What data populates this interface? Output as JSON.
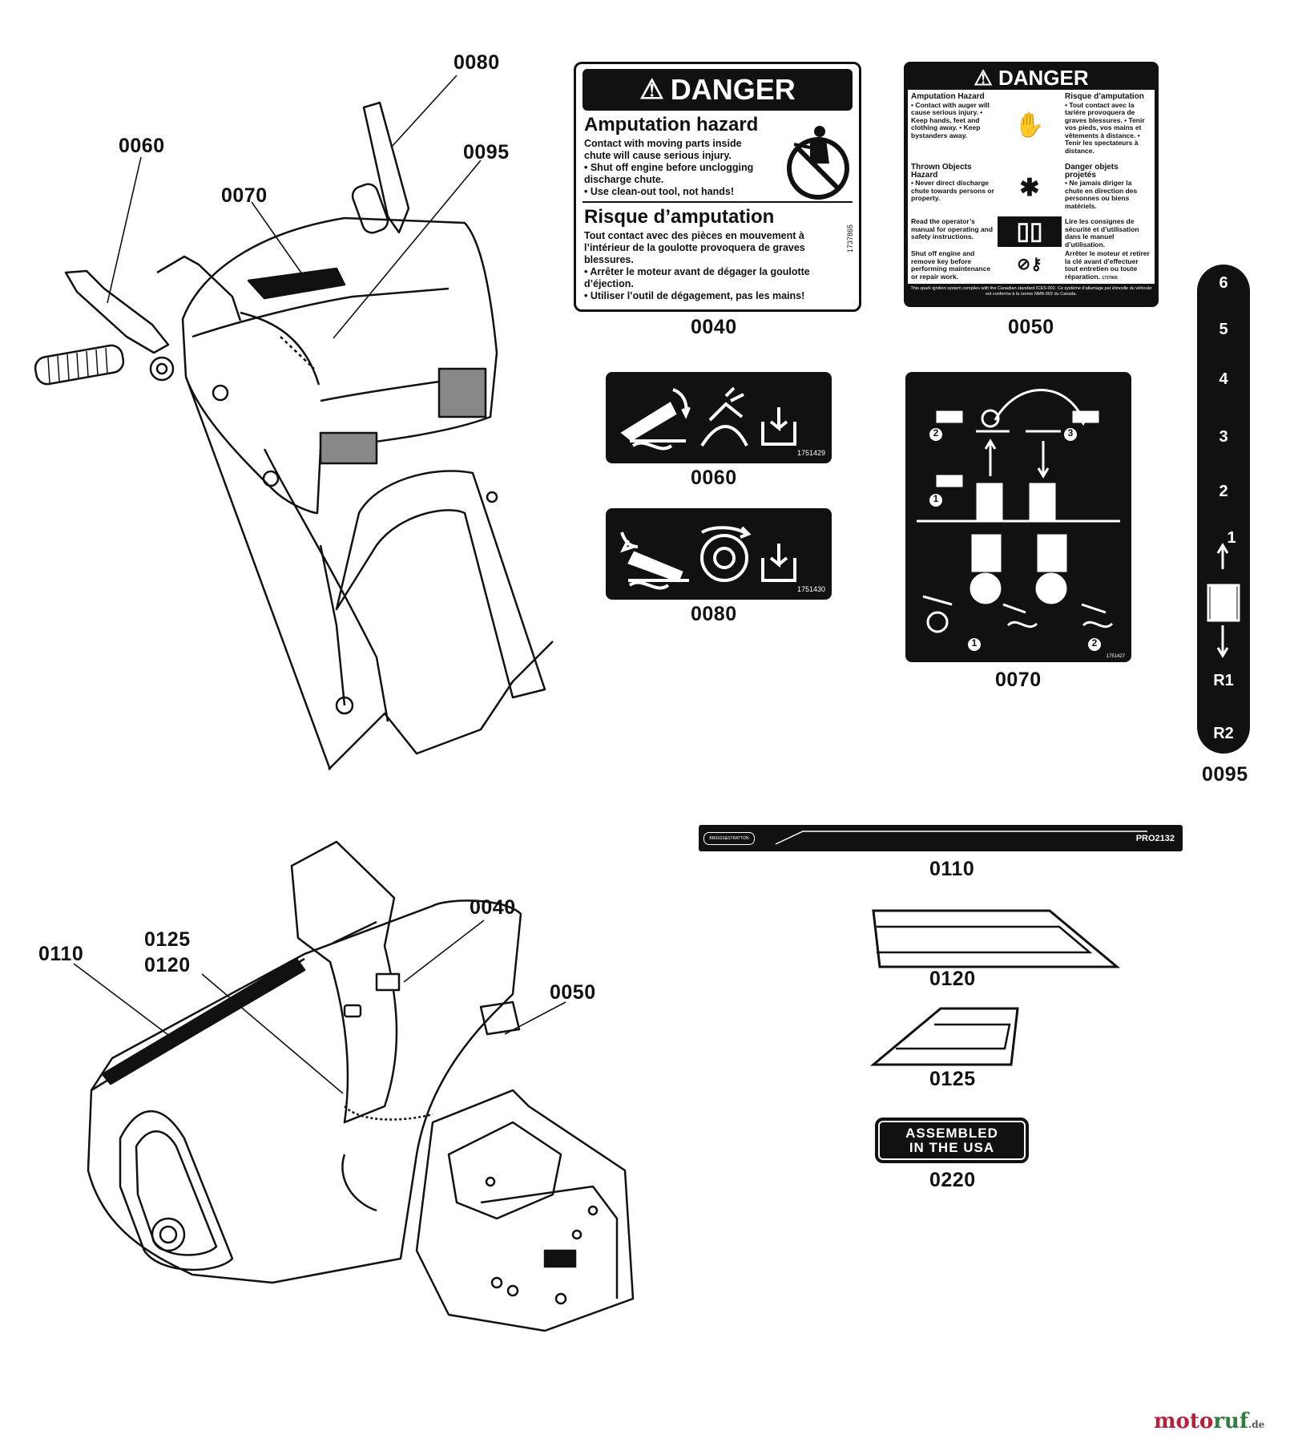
{
  "callouts": {
    "snow_upper": [
      "0080",
      "0060",
      "0095",
      "0070"
    ],
    "snow_lower": [
      "0040",
      "0125",
      "0120",
      "0110",
      "0050"
    ],
    "decals": [
      "0040",
      "0050",
      "0060",
      "0080",
      "0070",
      "0095",
      "0110",
      "0120",
      "0125",
      "0220"
    ]
  },
  "decal_0040": {
    "banner": "DANGER",
    "heading_en": "Amputation hazard",
    "text_en": "Contact with moving parts inside chute will cause serious injury.",
    "bullets_en": [
      "• Shut off engine before unclogging discharge chute.",
      "• Use clean-out tool, not hands!"
    ],
    "heading_fr": "Risque d’amputation",
    "text_fr": "Tout contact avec des pièces en mouvement à l’intérieur de la goulotte provoquera de graves blessures.",
    "bullets_fr": [
      "• Arrêter le moteur avant de dégager la goulotte d’éjection.",
      "• Utiliser l’outil de dégagement, pas les mains!"
    ],
    "part_number": "1737865"
  },
  "decal_0050": {
    "banner": "DANGER",
    "amputation_en_title": "Amputation Hazard",
    "amputation_en": "• Contact with auger will cause serious injury. • Keep hands, feet and clothing away. • Keep bystanders away.",
    "amputation_fr_title": "Risque d’amputation",
    "amputation_fr": "• Tout contact avec la tarière provoquera de graves blessures. • Tenir vos pieds, vos mains et vêtements à distance. • Tenir les spectateurs à distance.",
    "thrown_en_title": "Thrown Objects Hazard",
    "thrown_en": "• Never direct discharge chute towards persons or property.",
    "thrown_fr_title": "Danger objets projetés",
    "thrown_fr": "• Ne jamais diriger la chute en direction des personnes ou biens matériels.",
    "read_en": "Read the operator’s manual for operating and safety instructions.",
    "read_fr": "Lire les consignes de sécurité et d’utilisation dans le manuel d’utilisation.",
    "shutoff_en": "Shut off engine and remove key before performing maintenance or repair work.",
    "shutoff_fr": "Arrêter le moteur et retirer la clé avant d’effectuer tout entretien ou toute réparation.",
    "footer": "This spark ignition system complies with the Canadian standard ICES-002. Ce système d’allumage par étincelle du véhicule est conforme à la norme NMB-002 du Canada.",
    "part_number": "1737866"
  },
  "decal_0060": {
    "part_number": "1751429"
  },
  "decal_0080": {
    "part_number": "1751430"
  },
  "decal_0070": {
    "part_number": "1751427",
    "steps": [
      "2",
      "3",
      "1",
      "1",
      "2"
    ]
  },
  "decal_0095": {
    "gears": [
      "6",
      "5",
      "4",
      "3",
      "2",
      "1",
      "R1",
      "R2"
    ]
  },
  "decal_0110": {
    "brand": "BRIGGS&STRATTON",
    "model": "PRO2132"
  },
  "decal_0220": {
    "line1": "ASSEMBLED",
    "line2": "IN THE USA"
  },
  "watermark": {
    "name": "motoruf",
    "suffix": ".de"
  },
  "colors": {
    "ink": "#111111",
    "paper": "#ffffff",
    "watermark_red": "#b5213a",
    "watermark_green": "#2f7d3a"
  }
}
